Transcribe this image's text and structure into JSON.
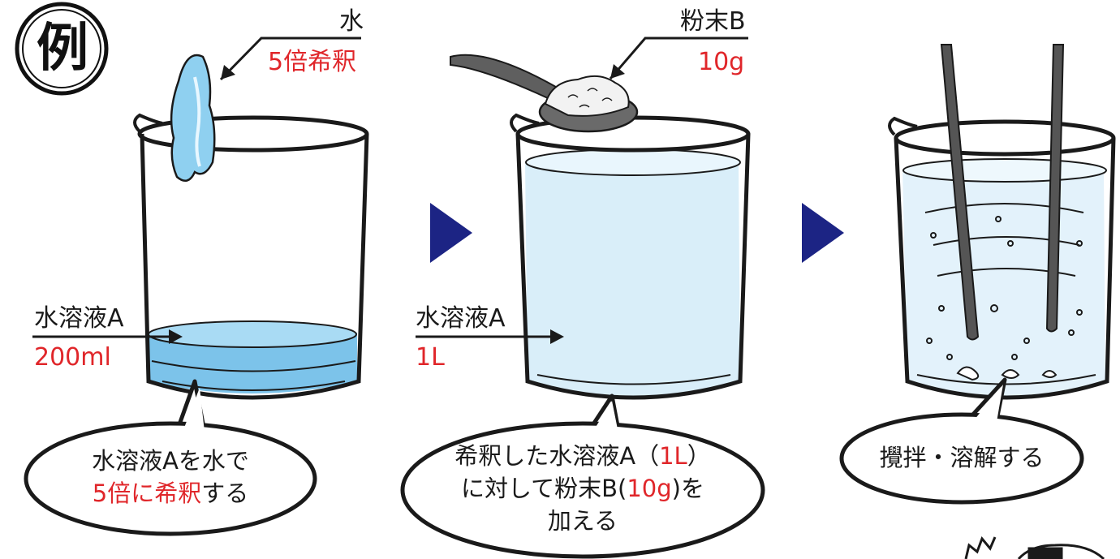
{
  "badge": "例",
  "colors": {
    "accent_red": "#e0262a",
    "arrow_navy": "#1c2484",
    "water_light": "#d9eef9",
    "water_blue": "#7cc3ea",
    "ink": "#1a1a1a"
  },
  "step1": {
    "water_label": "水",
    "water_value": "5倍希釈",
    "solution_label": "水溶液A",
    "solution_value": "200ml",
    "bubble_line1": "水溶液Aを水で",
    "bubble_line2_red": "5倍に希釈",
    "bubble_line2_rest": "する"
  },
  "step2": {
    "powder_label": "粉末B",
    "powder_value": "10g",
    "solution_label": "水溶液A",
    "solution_value": "1L",
    "bubble_line1_a": "希釈した水溶液A（",
    "bubble_line1_red": "1L",
    "bubble_line1_b": "）",
    "bubble_line2_a": "に対して粉末B(",
    "bubble_line2_red": "10g",
    "bubble_line2_b": ")を",
    "bubble_line3": "加える"
  },
  "step3": {
    "bubble_text": "攪拌・溶解する"
  },
  "icons": [
    "step-arrow-icon",
    "beaker-icon",
    "spoon-icon",
    "stir-rod-icon",
    "water-stream-icon"
  ]
}
